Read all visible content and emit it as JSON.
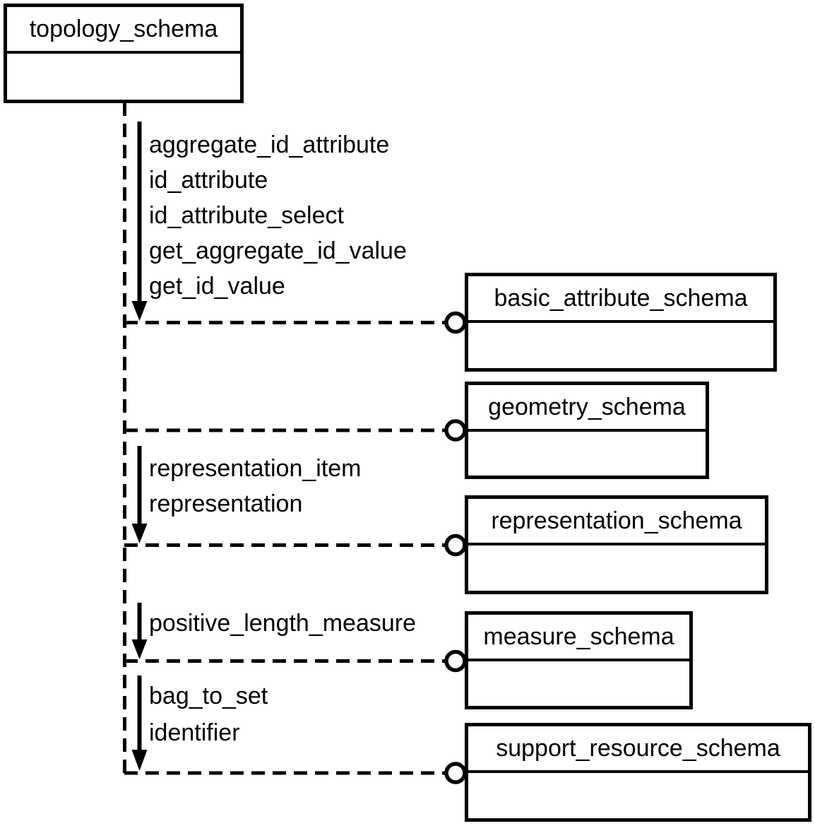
{
  "diagram": {
    "root": {
      "title": "topology_schema"
    },
    "references": [
      {
        "schema": "basic_attribute_schema",
        "items": [
          "aggregate_id_attribute",
          "id_attribute",
          "id_attribute_select",
          "get_aggregate_id_value",
          "get_id_value"
        ]
      },
      {
        "schema": "geometry_schema",
        "items": []
      },
      {
        "schema": "representation_schema",
        "items": [
          "representation_item",
          "representation"
        ]
      },
      {
        "schema": "measure_schema",
        "items": [
          "positive_length_measure"
        ]
      },
      {
        "schema": "support_resource_schema",
        "items": [
          "bag_to_set",
          "identifier"
        ]
      }
    ],
    "style": {
      "line_color": "#000000",
      "background_color": "#ffffff",
      "interface_symbol": "open-circle"
    }
  }
}
